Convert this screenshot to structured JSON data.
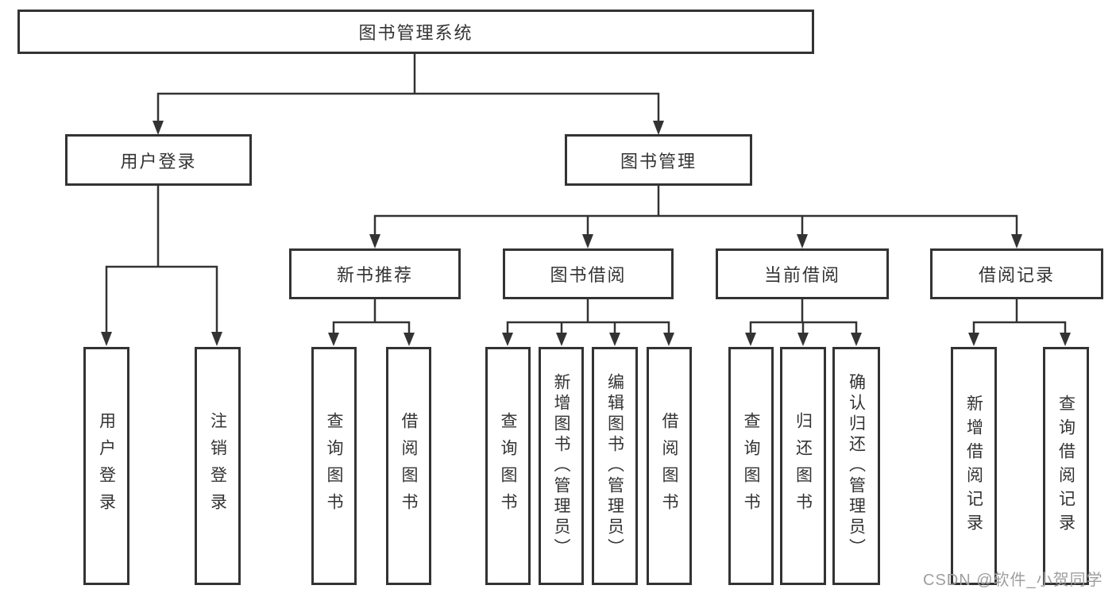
{
  "tree": {
    "label": "图书管理系统",
    "children": [
      {
        "label": "用户登录",
        "children": [
          {
            "label": "用户登录"
          },
          {
            "label": "注销登录"
          }
        ]
      },
      {
        "label": "图书管理",
        "children": [
          {
            "label": "新书推荐",
            "children": [
              {
                "label": "查询图书"
              },
              {
                "label": "借阅图书"
              }
            ]
          },
          {
            "label": "图书借阅",
            "children": [
              {
                "label": "查询图书"
              },
              {
                "label": "新增图书（管理员）"
              },
              {
                "label": "编辑图书（管理员）"
              },
              {
                "label": "借阅图书"
              }
            ]
          },
          {
            "label": "当前借阅",
            "children": [
              {
                "label": "查询图书"
              },
              {
                "label": "归还图书"
              },
              {
                "label": "确认归还（管理员）"
              }
            ]
          },
          {
            "label": "借阅记录",
            "children": [
              {
                "label": "新增借阅记录"
              },
              {
                "label": "查询借阅记录"
              }
            ]
          }
        ]
      }
    ]
  },
  "watermark": "CSDN @软件_小贺同学",
  "colors": {
    "line": "#333333",
    "text": "#333333",
    "background": "#ffffff",
    "watermark": "#9e9e9e"
  }
}
